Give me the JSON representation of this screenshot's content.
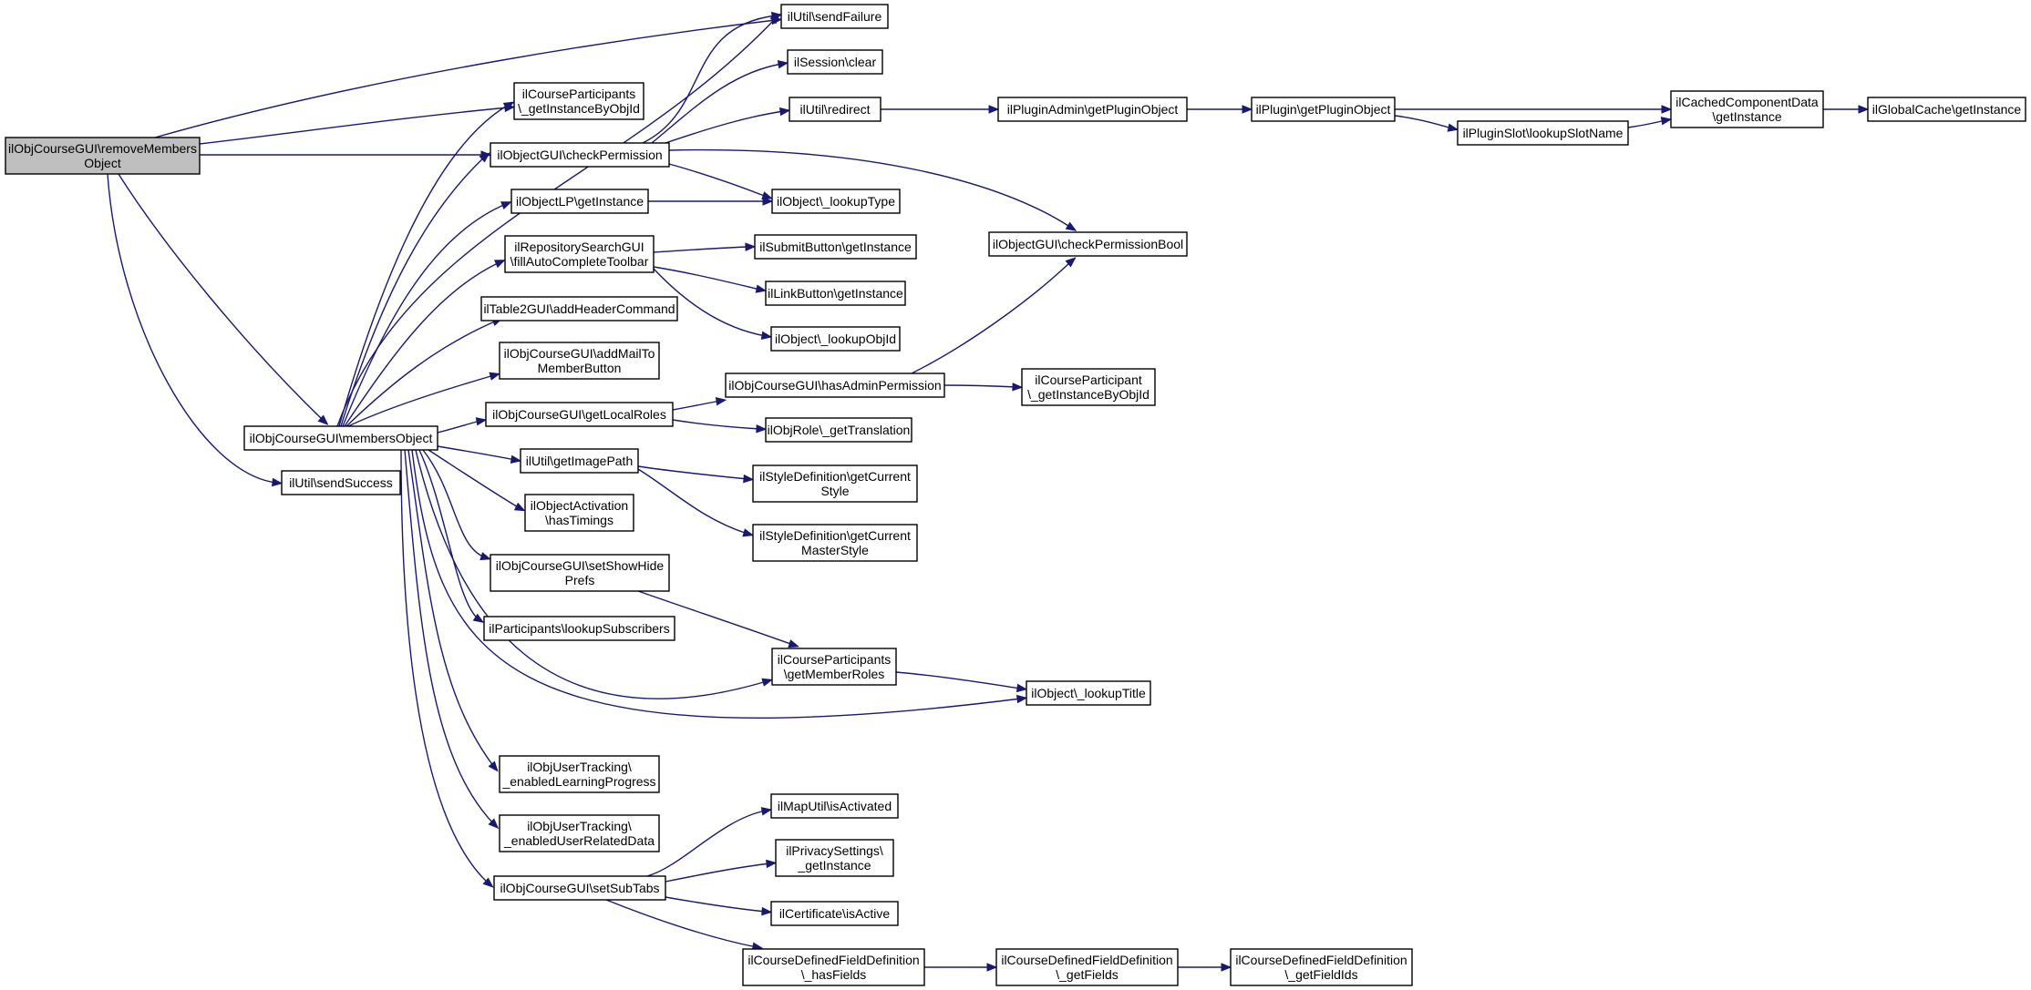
{
  "nodes": {
    "root": [
      "ilObjCourseGUI\\removeMembers",
      "Object"
    ],
    "sendFailure": [
      "ilUtil\\sendFailure"
    ],
    "courseParticipantsGetInstance": [
      "ilCourseParticipants",
      "\\_getInstanceByObjId"
    ],
    "checkPermission": [
      "ilObjectGUI\\checkPermission"
    ],
    "sessionClear": [
      "ilSession\\clear"
    ],
    "redirect": [
      "ilUtil\\redirect"
    ],
    "pluginAdmin": [
      "ilPluginAdmin\\getPluginObject"
    ],
    "pluginGetPluginObject": [
      "ilPlugin\\getPluginObject"
    ],
    "cachedComponentData": [
      "ilCachedComponentData",
      "\\getInstance"
    ],
    "globalCache": [
      "ilGlobalCache\\getInstance"
    ],
    "pluginSlot": [
      "ilPluginSlot\\lookupSlotName"
    ],
    "objectLPGetInstance": [
      "ilObjectLP\\getInstance"
    ],
    "lookupType": [
      "ilObject\\_lookupType"
    ],
    "checkPermissionBool": [
      "ilObjectGUI\\checkPermissionBool"
    ],
    "repositorySearch": [
      "ilRepositorySearchGUI",
      "\\fillAutoCompleteToolbar"
    ],
    "submitButton": [
      "ilSubmitButton\\getInstance"
    ],
    "linkButton": [
      "ilLinkButton\\getInstance"
    ],
    "lookupObjId": [
      "ilObject\\_lookupObjId"
    ],
    "addHeaderCommand": [
      "ilTable2GUI\\addHeaderCommand"
    ],
    "addMailTo": [
      "ilObjCourseGUI\\addMailTo",
      "MemberButton"
    ],
    "hasAdminPermission": [
      "ilObjCourseGUI\\hasAdminPermission"
    ],
    "courseParticipant": [
      "ilCourseParticipant",
      "\\_getInstanceByObjId"
    ],
    "getLocalRoles": [
      "ilObjCourseGUI\\getLocalRoles"
    ],
    "getTranslation": [
      "ilObjRole\\_getTranslation"
    ],
    "membersObject": [
      "ilObjCourseGUI\\membersObject"
    ],
    "sendSuccess": [
      "ilUtil\\sendSuccess"
    ],
    "getImagePath": [
      "ilUtil\\getImagePath"
    ],
    "styleCurrent": [
      "ilStyleDefinition\\getCurrent",
      "Style"
    ],
    "objectActivation": [
      "ilObjectActivation",
      "\\hasTimings"
    ],
    "styleMaster": [
      "ilStyleDefinition\\getCurrent",
      "MasterStyle"
    ],
    "setShowHide": [
      "ilObjCourseGUI\\setShowHide",
      "Prefs"
    ],
    "lookupSubscribers": [
      "ilParticipants\\lookupSubscribers"
    ],
    "getMemberRoles": [
      "ilCourseParticipants",
      "\\getMemberRoles"
    ],
    "lookupTitle": [
      "ilObject\\_lookupTitle"
    ],
    "learningProgress": [
      "ilObjUserTracking\\",
      "_enabledLearningProgress"
    ],
    "userRelatedData": [
      "ilObjUserTracking\\",
      "_enabledUserRelatedData"
    ],
    "mapUtil": [
      "ilMapUtil\\isActivated"
    ],
    "privacySettings": [
      "ilPrivacySettings\\",
      "_getInstance"
    ],
    "setSubTabs": [
      "ilObjCourseGUI\\setSubTabs"
    ],
    "certificate": [
      "ilCertificate\\isActive"
    ],
    "hasFields": [
      "ilCourseDefinedFieldDefinition",
      "\\_hasFields"
    ],
    "getFields": [
      "ilCourseDefinedFieldDefinition",
      "\\_getFields"
    ],
    "getFieldIds": [
      "ilCourseDefinedFieldDefinition",
      "\\_getFieldIds"
    ]
  },
  "edges": [
    [
      "root",
      "sendFailure"
    ],
    [
      "root",
      "courseParticipantsGetInstance"
    ],
    [
      "root",
      "checkPermission"
    ],
    [
      "root",
      "membersObject"
    ],
    [
      "root",
      "sendSuccess"
    ],
    [
      "checkPermission",
      "sendFailure"
    ],
    [
      "checkPermission",
      "sessionClear"
    ],
    [
      "checkPermission",
      "redirect"
    ],
    [
      "checkPermission",
      "lookupType"
    ],
    [
      "checkPermission",
      "checkPermissionBool"
    ],
    [
      "redirect",
      "pluginAdmin"
    ],
    [
      "pluginAdmin",
      "pluginGetPluginObject"
    ],
    [
      "pluginGetPluginObject",
      "cachedComponentData"
    ],
    [
      "pluginGetPluginObject",
      "pluginSlot"
    ],
    [
      "pluginSlot",
      "cachedComponentData"
    ],
    [
      "cachedComponentData",
      "globalCache"
    ],
    [
      "objectLPGetInstance",
      "lookupType"
    ],
    [
      "repositorySearch",
      "submitButton"
    ],
    [
      "repositorySearch",
      "linkButton"
    ],
    [
      "repositorySearch",
      "lookupObjId"
    ],
    [
      "hasAdminPermission",
      "checkPermissionBool"
    ],
    [
      "hasAdminPermission",
      "courseParticipant"
    ],
    [
      "getLocalRoles",
      "hasAdminPermission"
    ],
    [
      "getLocalRoles",
      "getTranslation"
    ],
    [
      "getImagePath",
      "styleCurrent"
    ],
    [
      "getImagePath",
      "styleMaster"
    ],
    [
      "setShowHide",
      "getMemberRoles"
    ],
    [
      "getMemberRoles",
      "lookupTitle"
    ],
    [
      "membersObject",
      "sendFailure"
    ],
    [
      "membersObject",
      "courseParticipantsGetInstance"
    ],
    [
      "membersObject",
      "checkPermission"
    ],
    [
      "membersObject",
      "objectLPGetInstance"
    ],
    [
      "membersObject",
      "repositorySearch"
    ],
    [
      "membersObject",
      "addHeaderCommand"
    ],
    [
      "membersObject",
      "addMailTo"
    ],
    [
      "membersObject",
      "getLocalRoles"
    ],
    [
      "membersObject",
      "getImagePath"
    ],
    [
      "membersObject",
      "objectActivation"
    ],
    [
      "membersObject",
      "setShowHide"
    ],
    [
      "membersObject",
      "lookupSubscribers"
    ],
    [
      "membersObject",
      "getMemberRoles"
    ],
    [
      "membersObject",
      "lookupTitle"
    ],
    [
      "membersObject",
      "learningProgress"
    ],
    [
      "membersObject",
      "userRelatedData"
    ],
    [
      "membersObject",
      "setSubTabs"
    ],
    [
      "setSubTabs",
      "mapUtil"
    ],
    [
      "setSubTabs",
      "privacySettings"
    ],
    [
      "setSubTabs",
      "certificate"
    ],
    [
      "setSubTabs",
      "hasFields"
    ],
    [
      "hasFields",
      "getFields"
    ],
    [
      "getFields",
      "getFieldIds"
    ]
  ],
  "colors": {
    "edge": "#191970",
    "root_fill": "#bfbfbf",
    "node_fill": "#ffffff",
    "border": "#000000"
  }
}
